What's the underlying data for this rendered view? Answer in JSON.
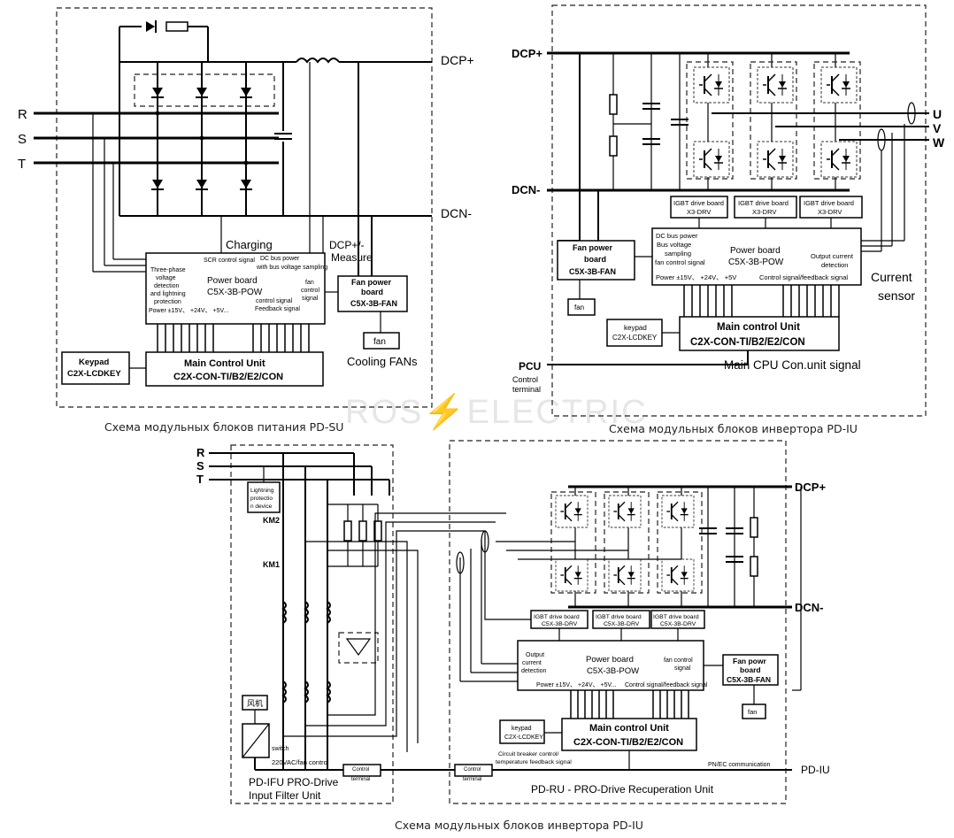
{
  "watermark": "ROS⚡ELECTRIC",
  "d1": {
    "phases": [
      "R",
      "S",
      "T"
    ],
    "dcp": "DCP+",
    "dcn": "DCN-",
    "charging": "Charging",
    "dcpm_1": "DCP+/-",
    "dcpm_2": "Measure",
    "scr": "SCR control signal",
    "dcbus_1": "DC bus power",
    "dcbus_2": "with bus voltage sampling",
    "tp": [
      "Three-phase",
      "voltage",
      "detection",
      "and lightning",
      "protection"
    ],
    "pb_1": "Power board",
    "pb_2": "C5X-3B-POW",
    "fanctl": [
      "fan",
      "control",
      "signal"
    ],
    "power": "Power ±15V、 +24V、 +5V...",
    "ctrl": "control signal",
    "fb": "Feedback signal",
    "fpb": [
      "Fan power",
      "board",
      "C5X-3B-FAN"
    ],
    "fan": "fan",
    "cooling": "Cooling FANs",
    "mcu_1": "Main Control Unit",
    "mcu_2": "C2X-CON-TI/B2/E2/CON",
    "kp_1": "Keypad",
    "kp_2": "C2X-LCDKEY",
    "caption": "Схема модульных блоков питания PD-SU"
  },
  "d2": {
    "dcp": "DCP+",
    "dcn": "DCN-",
    "out": [
      "U",
      "V",
      "W"
    ],
    "igbt": [
      {
        "l1": "IGBT drive board",
        "l2": "X3-DRV"
      },
      {
        "l1": "IGBT drive board",
        "l2": "X3-DRV"
      },
      {
        "l1": "IGBT drive board",
        "l2": "X3-DRV"
      }
    ],
    "dcbus": [
      "DC bus power",
      "Bus voltage",
      "sampling",
      "fan control signal"
    ],
    "pb_1": "Power board",
    "pb_2": "C5X-3B-POW",
    "ocd": [
      "Output current",
      "detection"
    ],
    "power": "Power ±15V、 +24V、 +5V",
    "ctrlfb": "Control signal/feedback signal",
    "fpb": [
      "Fan power",
      "board",
      "C5X-3B-FAN"
    ],
    "fan": "fan",
    "cs": [
      "Current",
      "sensor"
    ],
    "kp_1": "keypad",
    "kp_2": "C2X-LCDKEY",
    "mcu_1": "Main control Unit",
    "mcu_2": "C2X-CON-TI/B2/E2/CON",
    "cpu": "Main CPU Con.unit signal",
    "pcu": "PCU",
    "pcu_2": "Control",
    "pcu_3": "terminal",
    "caption": "Схема модульных блоков инвертора PD-IU"
  },
  "d3": {
    "phases": [
      "R",
      "S",
      "T"
    ],
    "lp": [
      "Lightning",
      "protectio",
      "n device"
    ],
    "km2": "KM2",
    "km1": "KM1",
    "fan_cn": "风机",
    "switch": "switch",
    "vac": "220VAC/fan control",
    "ct_1": "Control",
    "ct_2": "terminal",
    "ifu_1": "PD-IFU  PRO-Drive",
    "ifu_2": "Input Filter Unit",
    "dcp": "DCP+",
    "dcn": "DCN-",
    "igbt": [
      {
        "l1": "IGBT drive board",
        "l2": "C5X-3B-DRV"
      },
      {
        "l1": "IGBT drive board",
        "l2": "C5X-3B-DRV"
      },
      {
        "l1": "IGBT drive board",
        "l2": "C5X-3B-DRV"
      }
    ],
    "ocd": [
      "Output",
      "current",
      "detection"
    ],
    "pb_1": "Power board",
    "pb_2": "C5X-3B-POW",
    "fanctl": [
      "fan control",
      "signal"
    ],
    "power": "Power ±15V、 +24V、 +5V...",
    "ctrlfb": "Control signal/feedback signal",
    "fpb": [
      "Fan powr",
      "board",
      "C5X-3B-FAN"
    ],
    "fan": "fan",
    "kp_1": "keypad",
    "kp_2": "C2X-LCDKEY",
    "cb_1": "Circuit breaker control/",
    "cb_2": "temperature feedback signal",
    "mcu_1": "Main control Unit",
    "mcu_2": "C2X-CON-TI/B2/E2/CON",
    "pnec": "PN/EC communication",
    "pdiu": "PD-IU",
    "ru": "PD-RU - PRO-Drive Recuperation Unit",
    "caption": "Схема модульных блоков инвертора PD-IU"
  }
}
